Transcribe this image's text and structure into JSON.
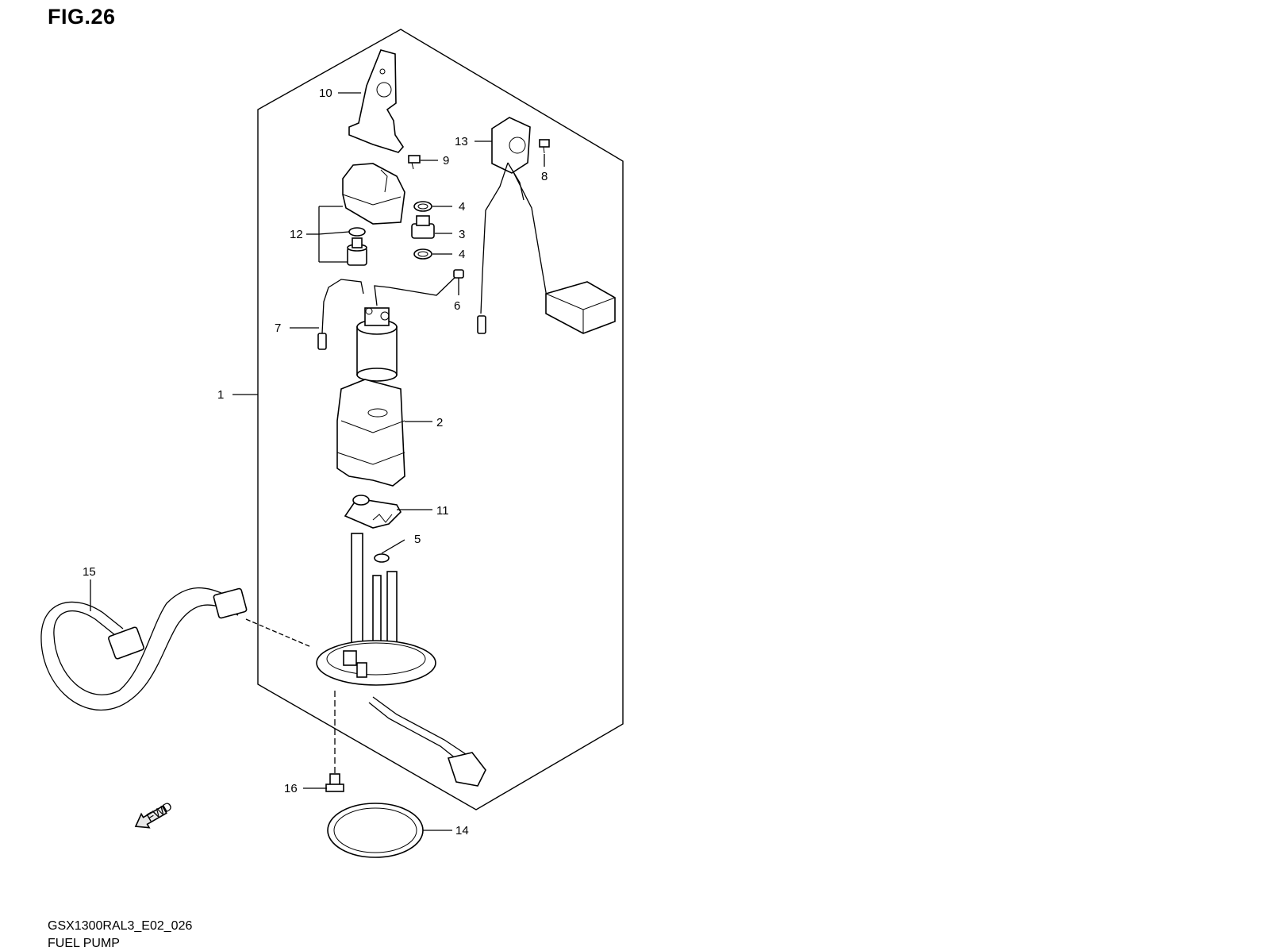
{
  "figure": {
    "title": "FIG.26",
    "model_code": "GSX1300RAL3_E02_026",
    "name": "FUEL PUMP"
  },
  "callouts": {
    "c1": "1",
    "c2": "2",
    "c3": "3",
    "c4a": "4",
    "c4b": "4",
    "c5": "5",
    "c6": "6",
    "c7": "7",
    "c8": "8",
    "c9": "9",
    "c10": "10",
    "c11": "11",
    "c12": "12",
    "c13": "13",
    "c14": "14",
    "c15": "15",
    "c16": "16"
  },
  "fwd_label": "FWD"
}
